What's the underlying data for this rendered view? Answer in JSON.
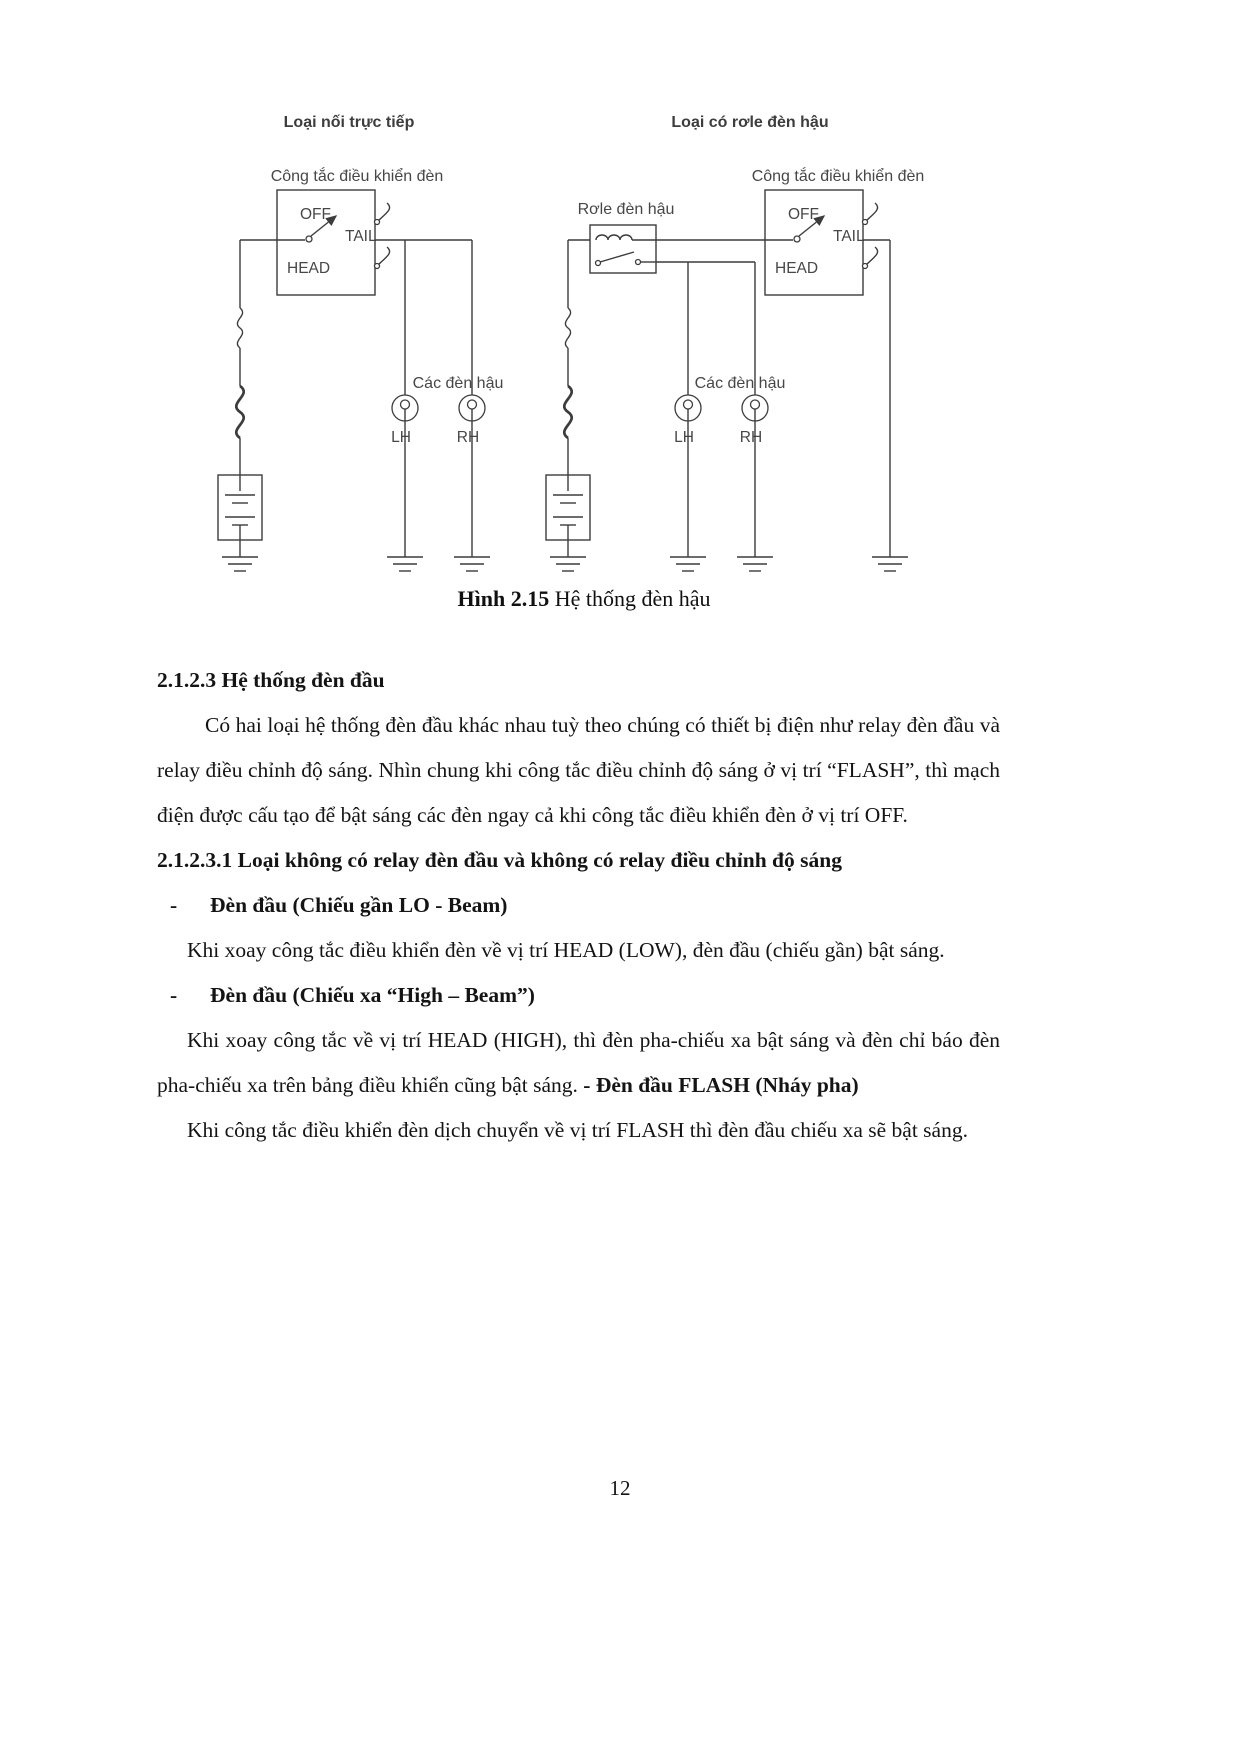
{
  "page": {
    "number": "12"
  },
  "figure": {
    "caption": {
      "label": "Hình 2.15",
      "text": " Hệ thống đèn hậu"
    },
    "left": {
      "title": "Loại nối trực tiếp",
      "switch_label": "Công tắc điều khiển đèn",
      "positions": {
        "off": "OFF",
        "tail": "TAIL",
        "head": "HEAD"
      },
      "lamps_label": "Các đèn hậu",
      "lamp_lh": "LH",
      "lamp_rh": "RH"
    },
    "right": {
      "title": "Loại có rơle đèn hậu",
      "switch_label": "Công tắc điều khiển đèn",
      "relay_label": "Rơle đèn hậu",
      "positions": {
        "off": "OFF",
        "tail": "TAIL",
        "head": "HEAD"
      },
      "lamps_label": "Các đèn hậu",
      "lamp_lh": "LH",
      "lamp_rh": "RH"
    }
  },
  "content": {
    "section_heading": "2.1.2.3  Hệ thống đèn đầu",
    "intro": "Có hai loại hệ thống đèn đầu khác nhau tuỳ theo chúng có thiết bị điện như relay đèn đầu và relay điều chỉnh độ sáng. Nhìn chung khi công tắc điều chỉnh độ sáng ở vị trí “FLASH”, thì mạch điện được cấu tạo để bật sáng các đèn ngay cả khi công tắc điều khiển đèn ở vị trí OFF.",
    "subsection_heading": "2.1.2.3.1  Loại không có relay đèn đầu và không có relay điều chỉnh độ sáng",
    "items": [
      {
        "dash": "-",
        "label": "Đèn đầu (Chiếu gần LO - Beam)",
        "body": "Khi xoay công tắc điều khiển đèn về vị trí HEAD (LOW), đèn đầu (chiếu gần) bật sáng."
      },
      {
        "dash": "-",
        "label": "Đèn đầu (Chiếu xa “High – Beam”)",
        "body": "Khi xoay công tắc về vị trí HEAD (HIGH), thì đèn pha-chiếu xa bật sáng và đèn chỉ báo đèn pha-chiếu xa trên bảng điều khiển cũng bật sáng.  ",
        "body_bold": "- Đèn đầu FLASH (Nháy pha)"
      },
      {
        "body": "Khi công tắc điều khiển đèn dịch chuyển về vị trí FLASH thì đèn đầu chiếu xa sẽ bật sáng."
      }
    ]
  }
}
